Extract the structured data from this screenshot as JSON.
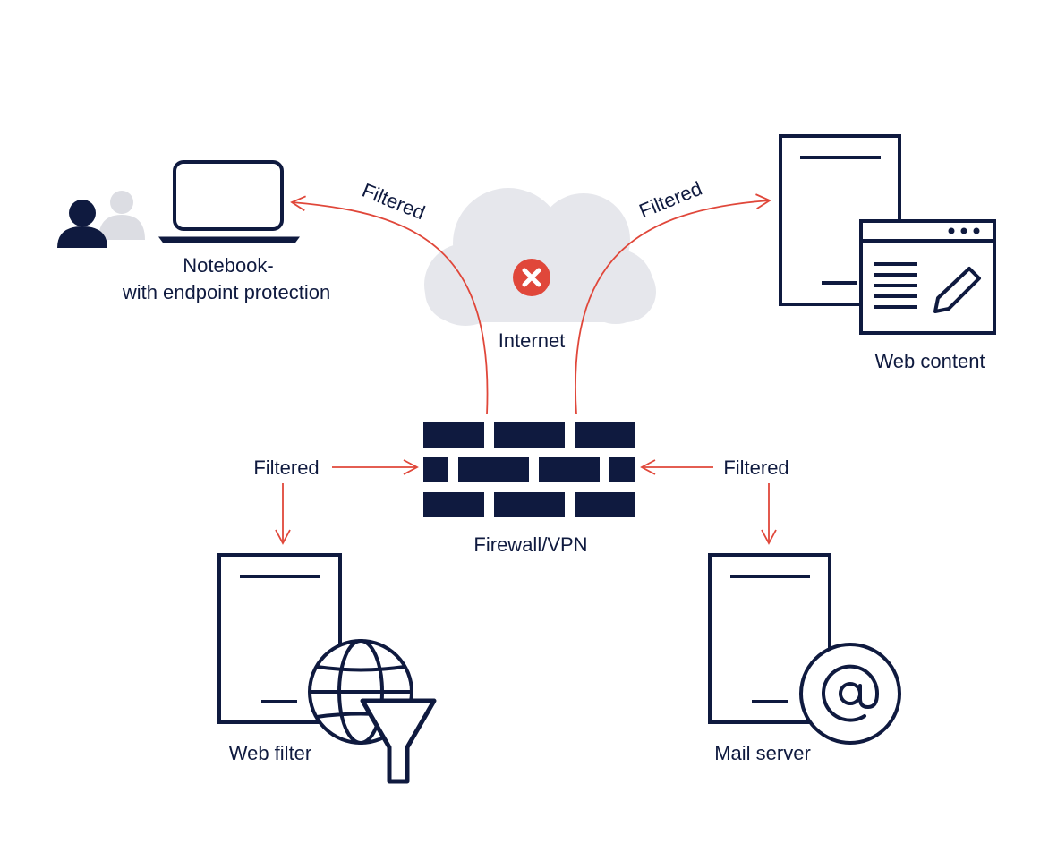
{
  "colors": {
    "navy": "#0f1a3f",
    "cloud": "#e6e7ec",
    "person_light": "#dcdde3",
    "accent_red": "#e0473a",
    "background": "#ffffff"
  },
  "nodes": {
    "notebook": {
      "line1": "Notebook-",
      "line2": "with endpoint protection",
      "icon": "laptop-icon"
    },
    "internet": {
      "label": "Internet",
      "icon": "cloud-icon",
      "status_icon": "error-x-icon"
    },
    "web_content": {
      "label": "Web content",
      "icon": "web-content-icon"
    },
    "firewall": {
      "label": "Firewall/VPN",
      "icon": "brick-wall-icon"
    },
    "web_filter": {
      "label": "Web filter",
      "icon": "globe-funnel-icon"
    },
    "mail_server": {
      "label": "Mail server",
      "icon": "at-sign-icon"
    }
  },
  "edges": {
    "to_notebook": "Filtered",
    "to_web_content": "Filtered",
    "from_web_filter": "Filtered",
    "from_mail_server": "Filtered"
  }
}
